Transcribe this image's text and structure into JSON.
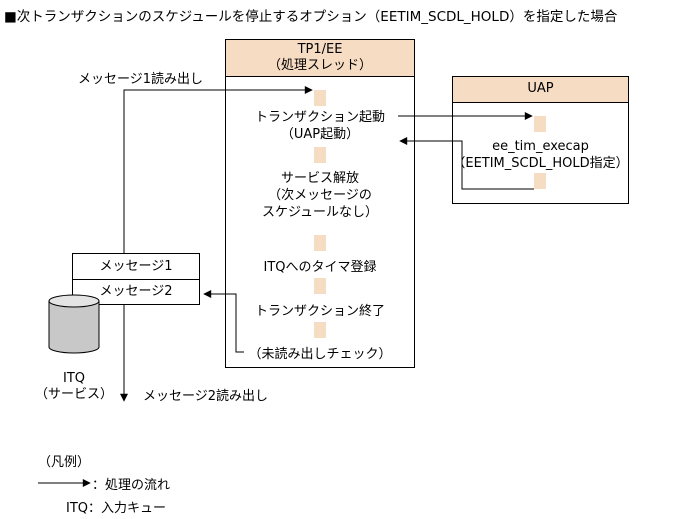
{
  "title": "■次トランザクションのスケジュールを停止するオプション（EETIM_SCDL_HOLD）を指定した場合",
  "tp1": {
    "header_line1": "TP1/EE",
    "header_line2": "（処理スレッド）",
    "steps": [
      {
        "line1": "トランザクション起動",
        "line2": "（UAP起動）"
      },
      {
        "line1": "サービス解放",
        "line2": "（次メッセージの",
        "line3": "スケジュールなし）"
      },
      {
        "line1": "ITQへのタイマ登録"
      },
      {
        "line1": "トランザクション終了"
      },
      {
        "line1": "（未読み出しチェック）"
      }
    ]
  },
  "uap": {
    "header": "UAP",
    "call_line1": "ee_tim_execap",
    "call_line2": "（EETIM_SCDL_HOLD指定）"
  },
  "itq": {
    "messages": [
      "メッセージ1",
      "メッセージ2"
    ],
    "label_line1": "ITQ",
    "label_line2": "（サービス）",
    "read1": "メッセージ1読み出し",
    "read2": "メッセージ2読み出し"
  },
  "legend": {
    "title": "（凡例）",
    "flow": "：処理の流れ",
    "itq": "ITQ：入力キュー"
  },
  "colors": {
    "accent_fill": "#f7dcc4",
    "line": "#000000"
  }
}
